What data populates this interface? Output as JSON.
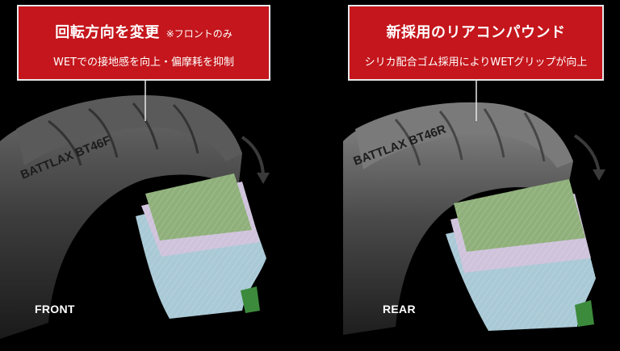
{
  "front": {
    "title": "回転方向を変更",
    "note": "※フロントのみ",
    "subtitle": "WETでの接地感を向上・偏摩耗を抑制",
    "label": "FRONT",
    "sidewall_text": "BATTLAX BT46F"
  },
  "rear": {
    "title": "新採用のリアコンパウンド",
    "subtitle": "シリカ配合ゴム採用によりWETグリップが向上",
    "label": "REAR",
    "sidewall_text": "BATTLAX BT46R"
  },
  "colors": {
    "callout_bg": "#c4161c",
    "callout_border": "#e8e8e8",
    "tread_compound": "#8fb07a",
    "belt_layer": "#cfc3dc",
    "carcass_layer": "#a9c9d6",
    "bead_green": "#3c8a3c",
    "tire_rubber": "#3a3a3a"
  },
  "icons": [
    "rotation-arrow-icon",
    "callout-pointer-icon"
  ]
}
